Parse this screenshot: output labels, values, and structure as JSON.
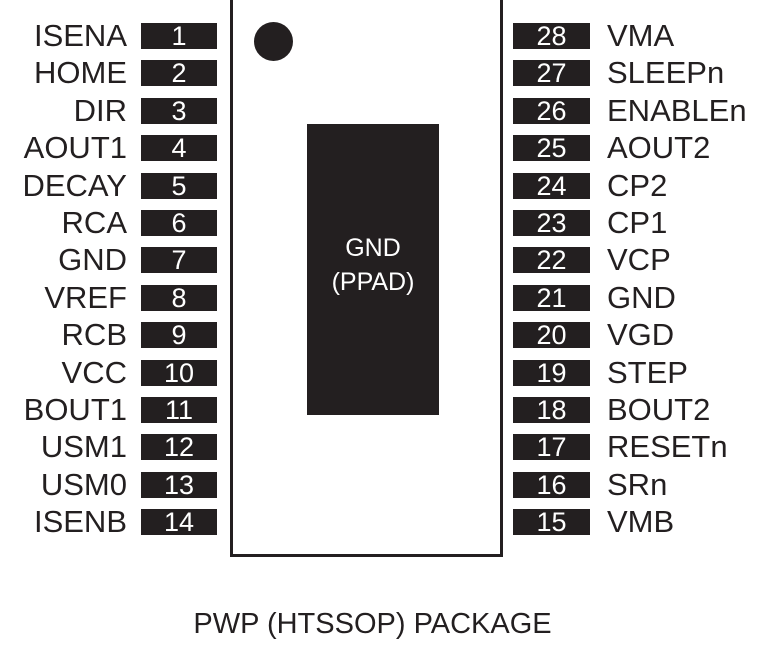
{
  "left_pins": [
    {
      "name": "ISENA",
      "number": "1"
    },
    {
      "name": "HOME",
      "number": "2"
    },
    {
      "name": "DIR",
      "number": "3"
    },
    {
      "name": "AOUT1",
      "number": "4"
    },
    {
      "name": "DECAY",
      "number": "5"
    },
    {
      "name": "RCA",
      "number": "6"
    },
    {
      "name": "GND",
      "number": "7"
    },
    {
      "name": "VREF",
      "number": "8"
    },
    {
      "name": "RCB",
      "number": "9"
    },
    {
      "name": "VCC",
      "number": "10"
    },
    {
      "name": "BOUT1",
      "number": "11"
    },
    {
      "name": "USM1",
      "number": "12"
    },
    {
      "name": "USM0",
      "number": "13"
    },
    {
      "name": "ISENB",
      "number": "14"
    }
  ],
  "right_pins": [
    {
      "name": "VMA",
      "number": "28"
    },
    {
      "name": "SLEEPn",
      "number": "27"
    },
    {
      "name": "ENABLEn",
      "number": "26"
    },
    {
      "name": "AOUT2",
      "number": "25"
    },
    {
      "name": "CP2",
      "number": "24"
    },
    {
      "name": "CP1",
      "number": "23"
    },
    {
      "name": "VCP",
      "number": "22"
    },
    {
      "name": "GND",
      "number": "21"
    },
    {
      "name": "VGD",
      "number": "20"
    },
    {
      "name": "STEP",
      "number": "19"
    },
    {
      "name": "BOUT2",
      "number": "18"
    },
    {
      "name": "RESETn",
      "number": "17"
    },
    {
      "name": "SRn",
      "number": "16"
    },
    {
      "name": "VMB",
      "number": "15"
    }
  ],
  "thermal_pad": {
    "line1": "GND",
    "line2": "(PPAD)"
  },
  "caption": "PWP (HTSSOP) PACKAGE",
  "colors": {
    "ink": "#231f20",
    "background": "#ffffff"
  }
}
